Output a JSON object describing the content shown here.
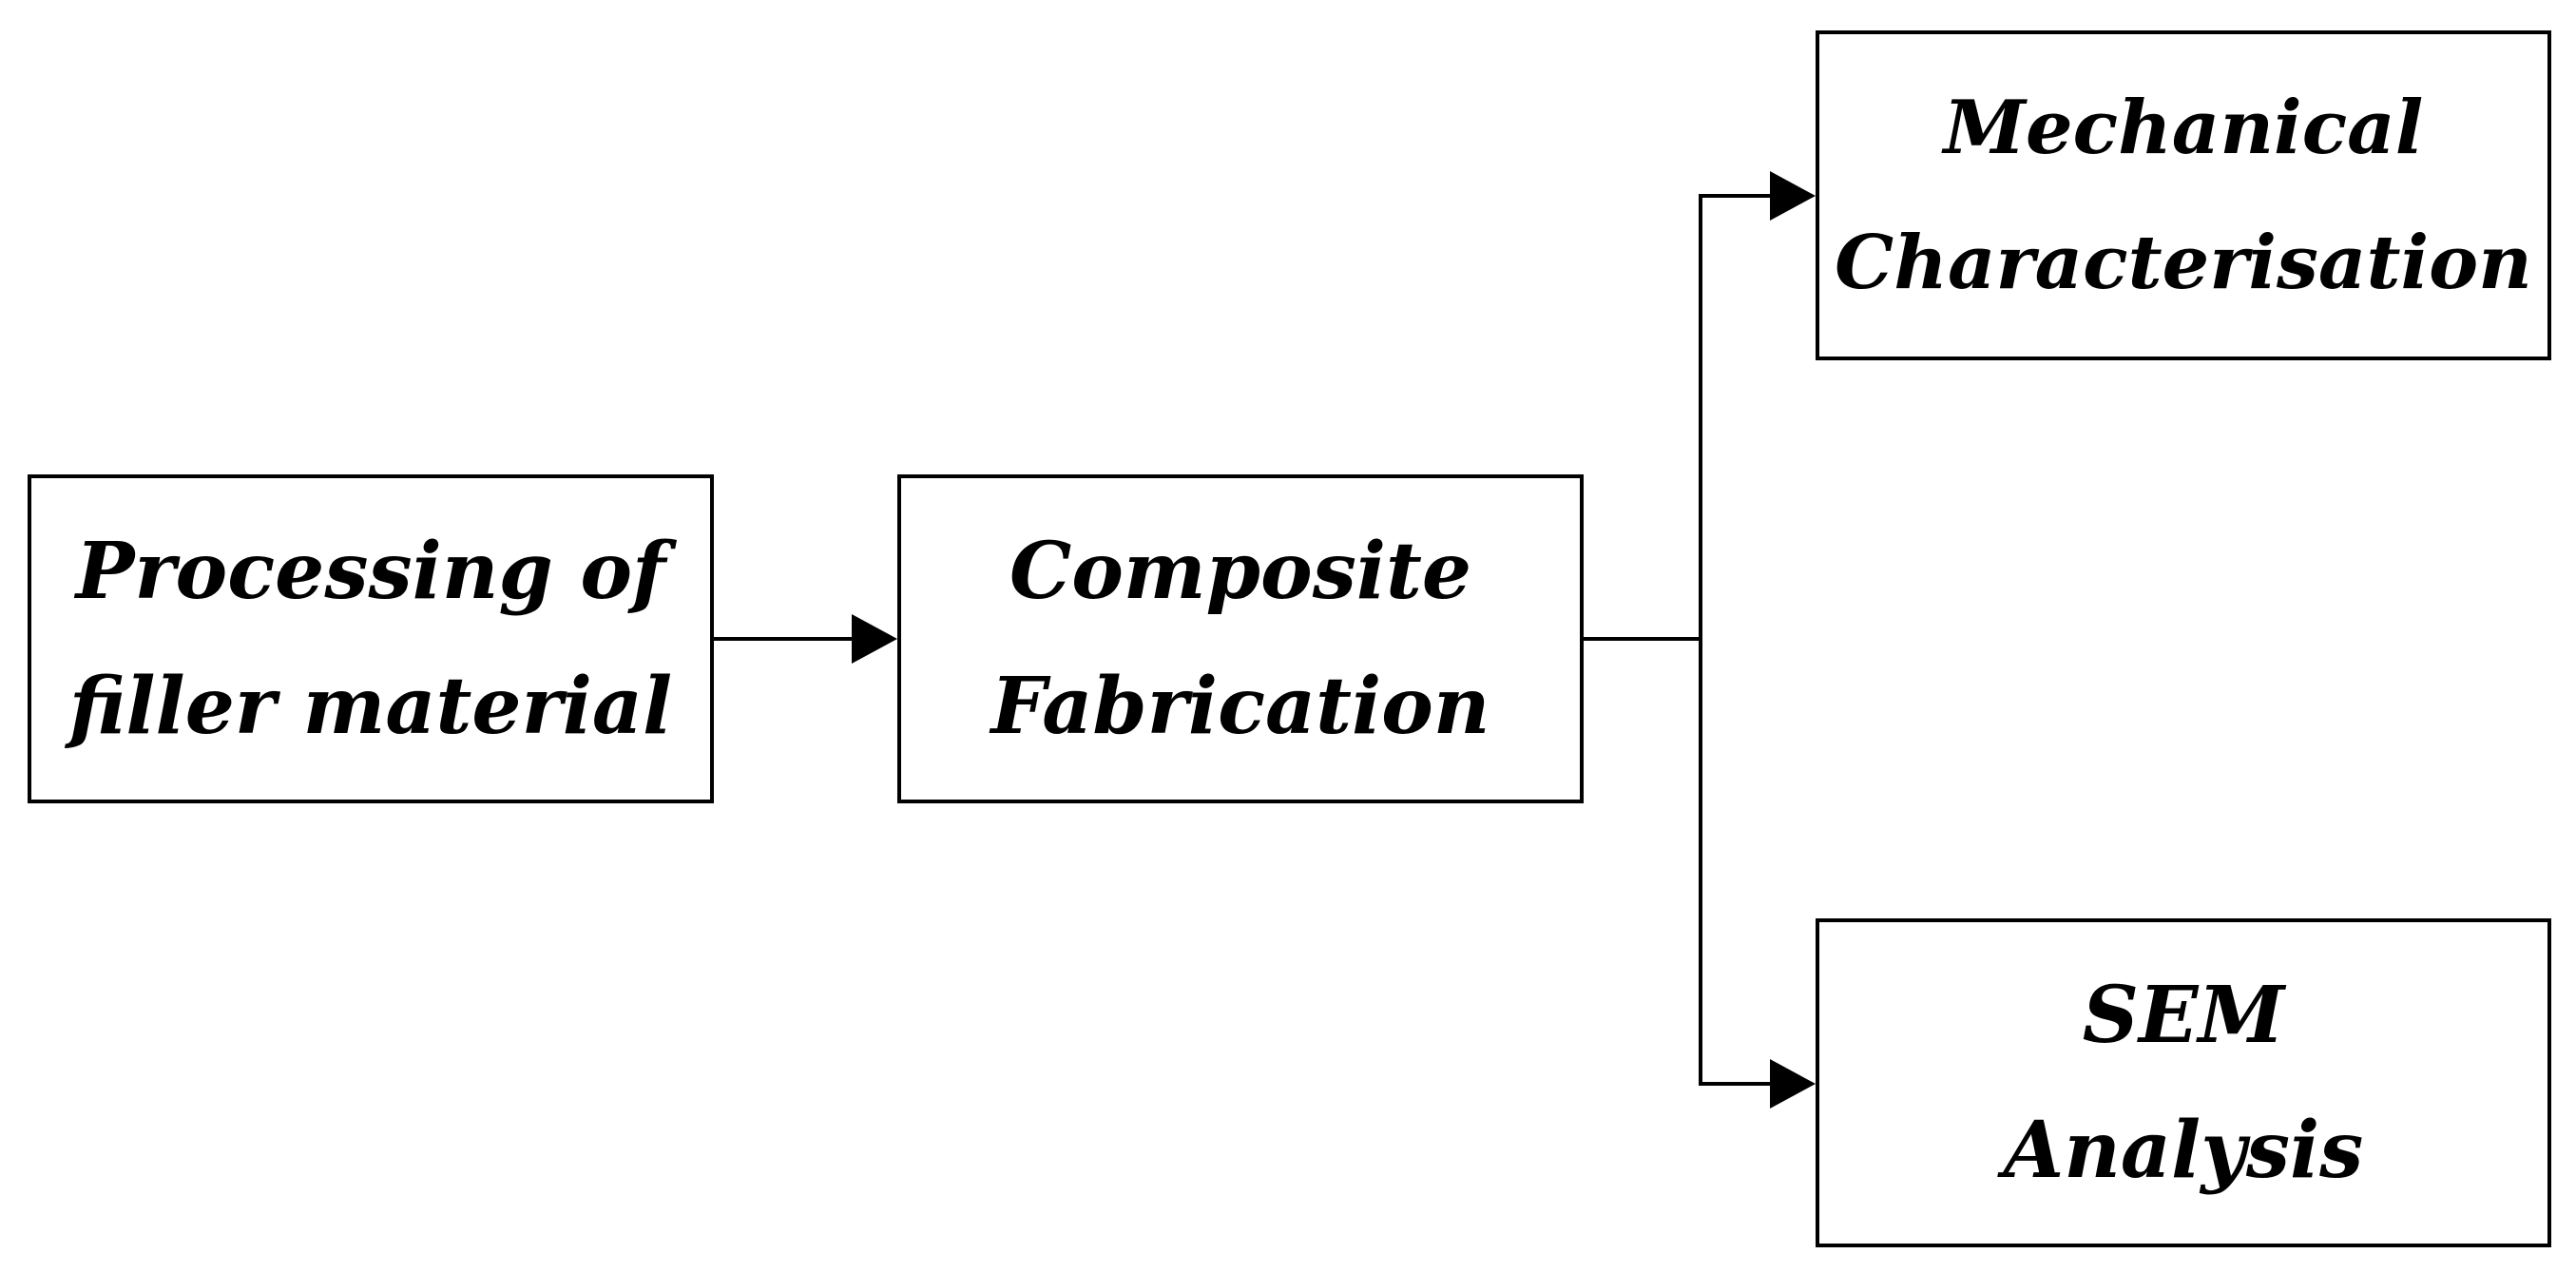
{
  "diagram": {
    "nodes": [
      {
        "id": "processing",
        "lines": [
          "Processing of",
          "filler material"
        ]
      },
      {
        "id": "composite",
        "lines": [
          "Composite",
          "Fabrication"
        ]
      },
      {
        "id": "mechanical",
        "lines": [
          "Mechanical",
          "Characterisation"
        ]
      },
      {
        "id": "sem",
        "lines": [
          "SEM",
          "Analysis"
        ]
      }
    ],
    "edges": [
      {
        "from": "processing",
        "to": "composite"
      },
      {
        "from": "composite",
        "to": "mechanical"
      },
      {
        "from": "composite",
        "to": "sem"
      }
    ],
    "colors": {
      "stroke": "#000000",
      "background": "#ffffff",
      "text": "#000000"
    }
  }
}
